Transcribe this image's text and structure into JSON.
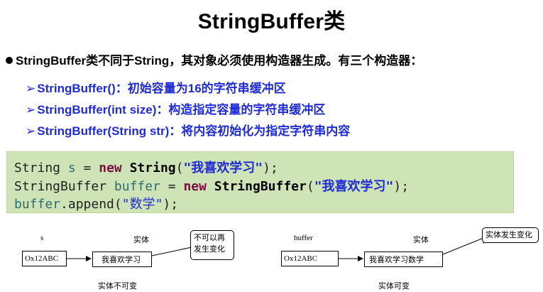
{
  "title": "StringBuffer类",
  "bullet": "StringBuffer类不同于String，其对象必须使用构造器生成。有三个构造器：",
  "constructors": [
    "StringBuffer()：初始容量为16的字符串缓冲区",
    "StringBuffer(int size)：构造指定容量的字符串缓冲区",
    "StringBuffer(String str)：将内容初始化为指定字符串内容"
  ],
  "code": {
    "line1": {
      "type": "String",
      "var": "s",
      "op": " = ",
      "kw": "new",
      "cls": "String",
      "open": "(",
      "str": "\"我喜欢学习\"",
      "close": ");"
    },
    "line2": {
      "type": "StringBuffer",
      "var": "buffer",
      "op": " = ",
      "kw": "new",
      "cls": "StringBuffer",
      "open": "(",
      "str": "\"我喜欢学习\"",
      "close": ");"
    },
    "line3": {
      "var": "buffer",
      "method": ".append(",
      "str": "\"数学\"",
      "close": ");"
    }
  },
  "diagram_left": {
    "var_label": "s",
    "entity_label": "实体",
    "address": "Ox12ABC",
    "value": "我喜欢学习",
    "callout_line1": "不可以再",
    "callout_line2": "发生变化",
    "caption": "实体不可变"
  },
  "diagram_right": {
    "var_label": "buffer",
    "entity_label": "实体",
    "address": "Ox12ABC",
    "value": "我喜欢学习数学",
    "callout": "实体发生变化",
    "caption": "实体可变"
  }
}
